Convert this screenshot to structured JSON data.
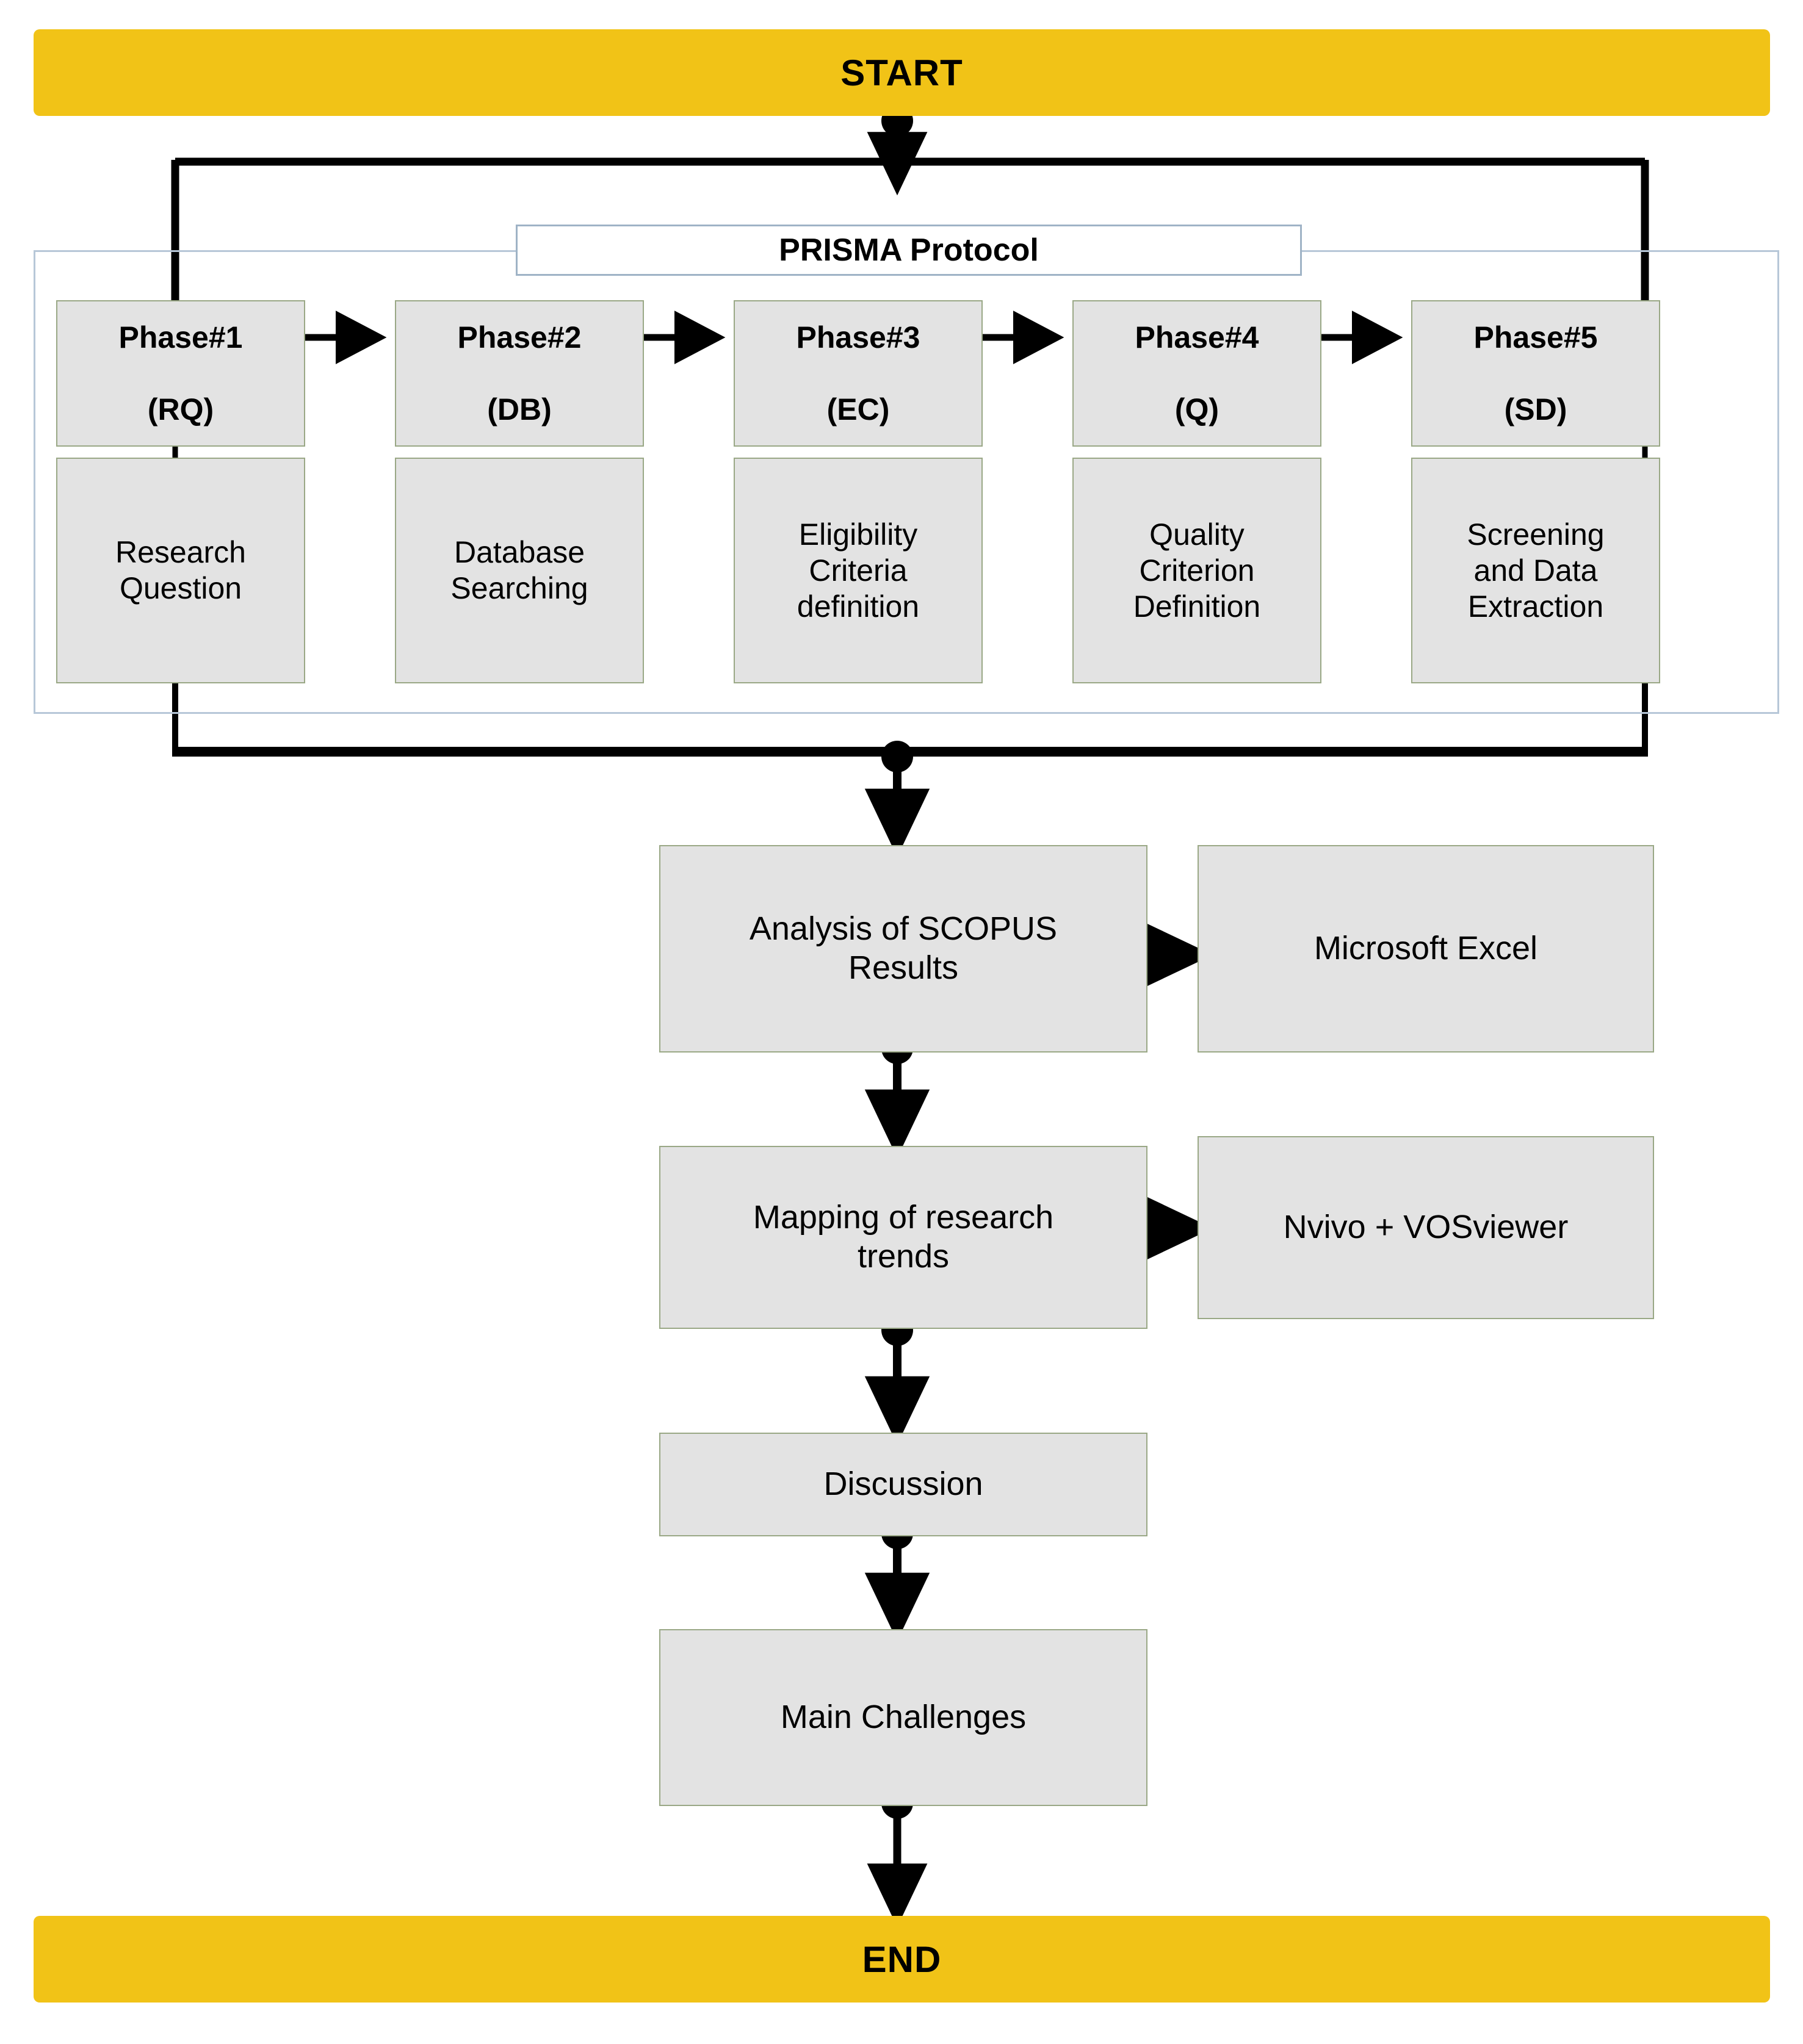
{
  "diagram": {
    "title": "PRISMA Protocol research methodology flowchart",
    "colors": {
      "banner_fill": "#F1C317",
      "node_fill": "#E3E3E3",
      "node_border": "#9AA886",
      "frame_border": "#B7C7D8",
      "connector": "#000000"
    }
  },
  "start_banner": {
    "label": "START"
  },
  "end_banner": {
    "label": "END"
  },
  "prisma": {
    "label": "PRISMA Protocol",
    "phases": [
      {
        "id": "phase1",
        "title": "Phase#1",
        "code": "(RQ)",
        "description": "Research\nQuestion"
      },
      {
        "id": "phase2",
        "title": "Phase#2",
        "code": "(DB)",
        "description": "Database\nSearching"
      },
      {
        "id": "phase3",
        "title": "Phase#3",
        "code": "(EC)",
        "description": "Eligibility\nCriteria\ndefinition"
      },
      {
        "id": "phase4",
        "title": "Phase#4",
        "code": "(Q)",
        "description": "Quality\nCriterion\nDefinition"
      },
      {
        "id": "phase5",
        "title": "Phase#5",
        "code": "(SD)",
        "description": "Screening\nand Data\nExtraction"
      }
    ]
  },
  "pipeline": [
    {
      "id": "analysis",
      "label": "Analysis of SCOPUS\nResults",
      "tool": {
        "id": "excel",
        "label": "Microsoft Excel"
      }
    },
    {
      "id": "mapping",
      "label": "Mapping of research\ntrends",
      "tool": {
        "id": "nvivo",
        "label": "Nvivo + VOSviewer"
      }
    },
    {
      "id": "discussion",
      "label": "Discussion",
      "tool": null
    },
    {
      "id": "challenges",
      "label": "Main Challenges",
      "tool": null
    }
  ]
}
